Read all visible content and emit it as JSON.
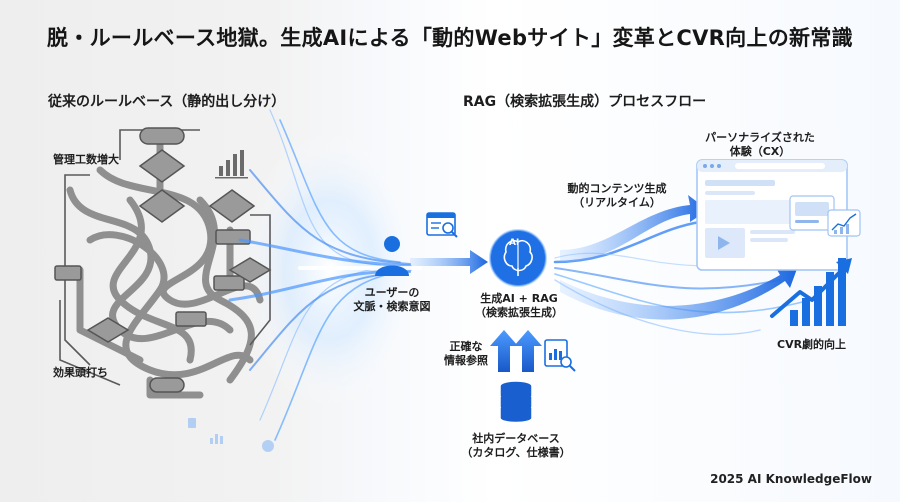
{
  "title": "脱・ルールベース地獄。生成AIによる「動的Webサイト」変革とCVR向上の新常識",
  "left_section": {
    "heading": "従来のルールベース（静的出し分け）",
    "label_top": "管理工数増大",
    "label_bottom": "効果頭打ち"
  },
  "right_section": {
    "heading": "RAG（検索拡張生成）プロセスフロー",
    "user_label_1": "ユーザーの",
    "user_label_2": "文脈・検索意図",
    "ai_label_1": "生成AI + RAG",
    "ai_label_2": "（検索拡張生成）",
    "ai_badge": "AI",
    "ref_label_1": "正確な",
    "ref_label_2": "情報参照",
    "db_label_1": "社内データベース",
    "db_label_2": "（カタログ、仕様書）",
    "dynamic_label_1": "動的コンテンツ生成",
    "dynamic_label_2": "（リアルタイム）",
    "cx_label_1": "パーソナライズされた",
    "cx_label_2": "体験（CX）",
    "cvr_label": "CVR劇的向上"
  },
  "footer": "2025 AI KnowledgeFlow",
  "colors": {
    "accent_blue": "#1a6fe0",
    "light_blue": "#5aa7ff",
    "gray_flow": "#8f8f8f",
    "gray_dark": "#555555"
  }
}
